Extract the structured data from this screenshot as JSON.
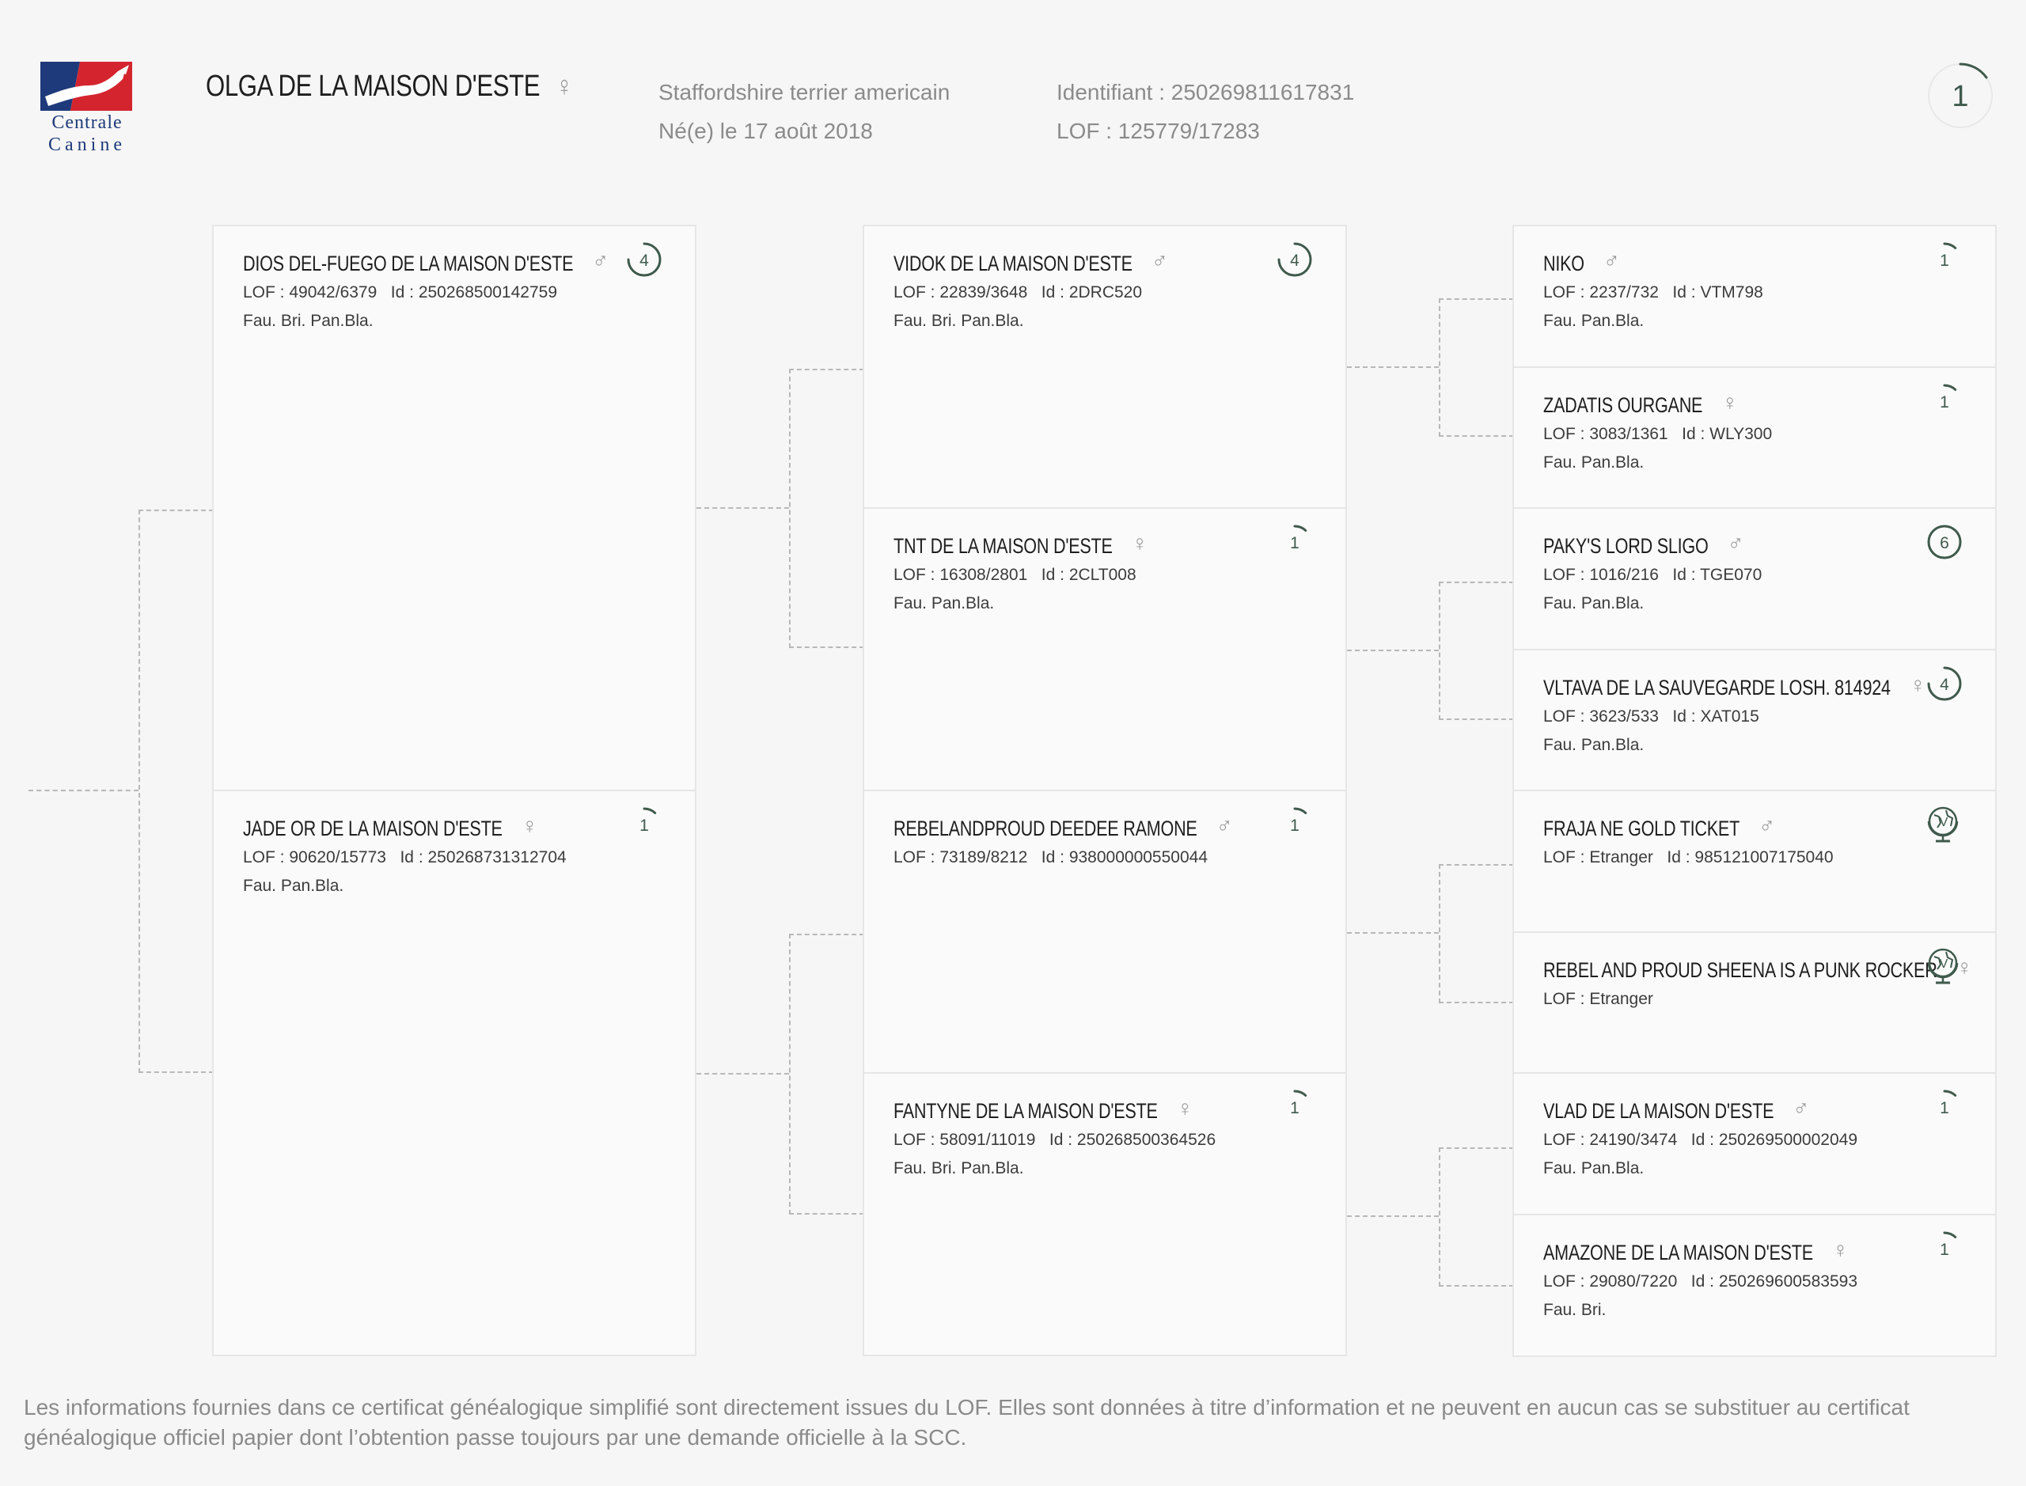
{
  "header": {
    "logo_line1": "Centrale",
    "logo_line2": "Canine",
    "name": "OLGA DE LA MAISON D'ESTE",
    "sex_symbol": "♀",
    "breed": "Staffordshire terrier americain",
    "born": "Né(e) le 17 août 2018",
    "identifiant": "Identifiant : 250269811617831",
    "lof": "LOF : 125779/17283",
    "generation_badge": "1"
  },
  "colors": {
    "accent": "#3f5a4c",
    "logo_blue": "#1f3a7a",
    "logo_red": "#d4252f"
  },
  "pedigree": {
    "gen1": [
      {
        "name": "DIOS DEL-FUEGO DE LA MAISON D'ESTE",
        "sex": "♂",
        "lof_line": "LOF : 49042/6379   Id : 250268500142759",
        "colors": "Fau. Bri. Pan.Bla.",
        "badge": "4",
        "badge_type": "progress",
        "progress": 0.75
      },
      {
        "name": "JADE OR DE LA MAISON D'ESTE",
        "sex": "♀",
        "lof_line": "LOF : 90620/15773   Id : 250268731312704",
        "colors": "Fau. Pan.Bla.",
        "badge": "1",
        "badge_type": "progress",
        "progress": 0.12
      }
    ],
    "gen2": [
      {
        "name": "VIDOK DE LA MAISON D'ESTE",
        "sex": "♂",
        "lof_line": "LOF : 22839/3648   Id : 2DRC520",
        "colors": "Fau. Bri. Pan.Bla.",
        "badge": "4",
        "badge_type": "progress",
        "progress": 0.75
      },
      {
        "name": "TNT DE LA MAISON D'ESTE",
        "sex": "♀",
        "lof_line": "LOF : 16308/2801   Id : 2CLT008",
        "colors": "Fau. Pan.Bla.",
        "badge": "1",
        "badge_type": "progress",
        "progress": 0.12
      },
      {
        "name": "REBELANDPROUD DEEDEE RAMONE",
        "sex": "♂",
        "lof_line": "LOF : 73189/8212   Id : 938000000550044",
        "colors": "",
        "badge": "1",
        "badge_type": "progress",
        "progress": 0.12
      },
      {
        "name": "FANTYNE DE LA MAISON D'ESTE",
        "sex": "♀",
        "lof_line": "LOF : 58091/11019   Id : 250268500364526",
        "colors": "Fau. Bri. Pan.Bla.",
        "badge": "1",
        "badge_type": "progress",
        "progress": 0.12
      }
    ],
    "gen3": [
      {
        "name": "NIKO",
        "sex": "♂",
        "lof_line": "LOF : 2237/732   Id : VTM798",
        "colors": "Fau. Pan.Bla.",
        "badge": "1",
        "badge_type": "progress",
        "progress": 0.12
      },
      {
        "name": "ZADATIS OURGANE",
        "sex": "♀",
        "lof_line": "LOF : 3083/1361   Id : WLY300",
        "colors": "Fau. Pan.Bla.",
        "badge": "1",
        "badge_type": "progress",
        "progress": 0.12
      },
      {
        "name": "PAKY'S LORD SLIGO",
        "sex": "♂",
        "lof_line": "LOF : 1016/216   Id : TGE070",
        "colors": "Fau. Pan.Bla.",
        "badge": "6",
        "badge_type": "progress",
        "progress": 1.0
      },
      {
        "name": "VLTAVA DE LA SAUVEGARDE LOSH. 814924",
        "sex": "♀",
        "lof_line": "LOF : 3623/533   Id : XAT015",
        "colors": "Fau. Pan.Bla.",
        "badge": "4",
        "badge_type": "progress",
        "progress": 0.75
      },
      {
        "name": "FRAJA NE GOLD TICKET",
        "sex": "♂",
        "lof_line": "LOF : Etranger   Id : 985121007175040",
        "colors": "",
        "badge": "",
        "badge_type": "globe",
        "progress": 0
      },
      {
        "name": "REBEL AND PROUD SHEENA IS A PUNK ROCKER",
        "sex": "♀",
        "lof_line": "LOF : Etranger",
        "colors": "",
        "badge": "",
        "badge_type": "globe",
        "progress": 0
      },
      {
        "name": "VLAD DE LA MAISON D'ESTE",
        "sex": "♂",
        "lof_line": "LOF : 24190/3474   Id : 250269500002049",
        "colors": "Fau. Pan.Bla.",
        "badge": "1",
        "badge_type": "progress",
        "progress": 0.12
      },
      {
        "name": "AMAZONE DE LA MAISON D'ESTE",
        "sex": "♀",
        "lof_line": "LOF : 29080/7220   Id : 250269600583593",
        "colors": "Fau. Bri.",
        "badge": "1",
        "badge_type": "progress",
        "progress": 0.12
      }
    ]
  },
  "disclaimer": "Les informations fournies dans ce certificat généalogique simplifié sont directement issues du LOF. Elles sont données à titre d’information et ne peuvent en aucun cas se substituer au certificat généalogique officiel papier dont l’obtention passe toujours par une demande officielle à la SCC."
}
